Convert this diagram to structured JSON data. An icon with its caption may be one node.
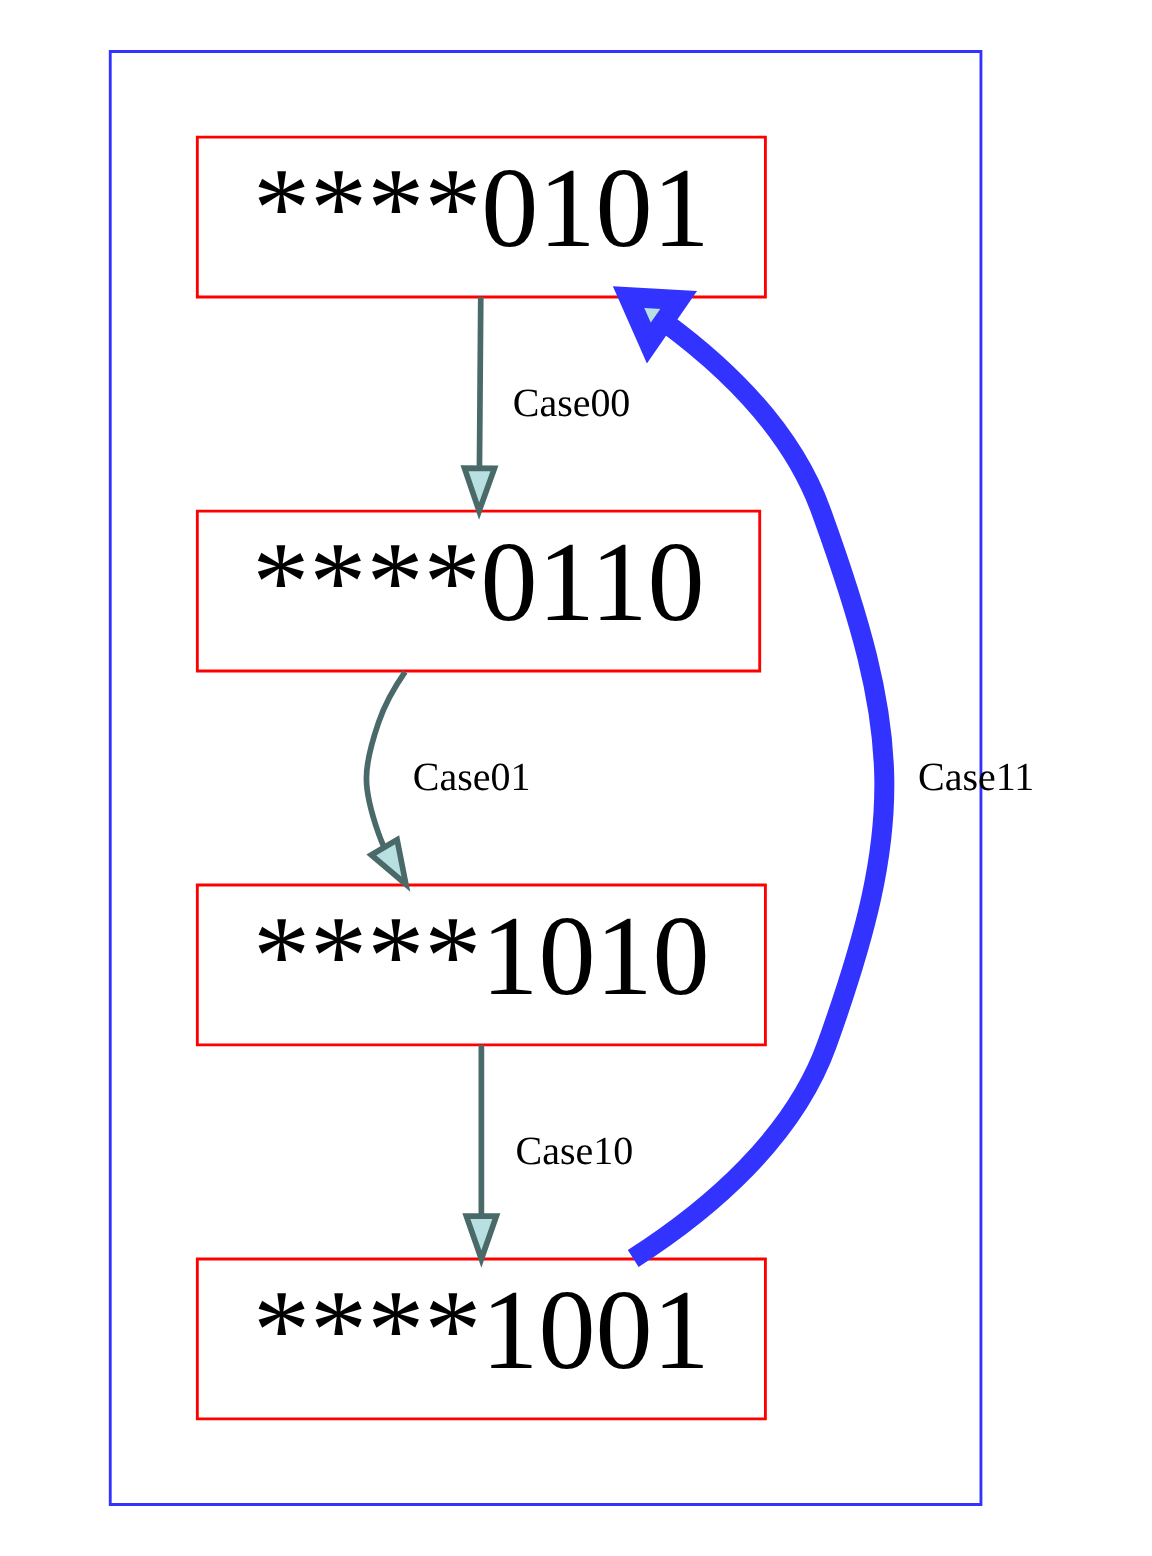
{
  "diagram": {
    "nodes": [
      {
        "text": [],
        "shape": "box"
      },
      {
        "text": [
          "****0101"
        ],
        "in": 0
      },
      {
        "text": [
          "****0110"
        ],
        "in": 0
      },
      {
        "text": [
          "****1010"
        ],
        "in": 0
      },
      {
        "text": [
          "****1001"
        ],
        "in": 0
      }
    ],
    "edges": [
      {
        "from": 1,
        "to": 2,
        "arrow": "to",
        "label": "Case00"
      },
      {
        "from": 2,
        "to": 3,
        "arrow": "to",
        "label": "Case01"
      },
      {
        "from": 3,
        "to": 4,
        "arrow": "to",
        "label": "Case10"
      },
      {
        "from": 4,
        "to": 1,
        "arrow": "to",
        "label": "Case11",
        "style": "thick",
        "color": "#3333ff"
      }
    ]
  }
}
